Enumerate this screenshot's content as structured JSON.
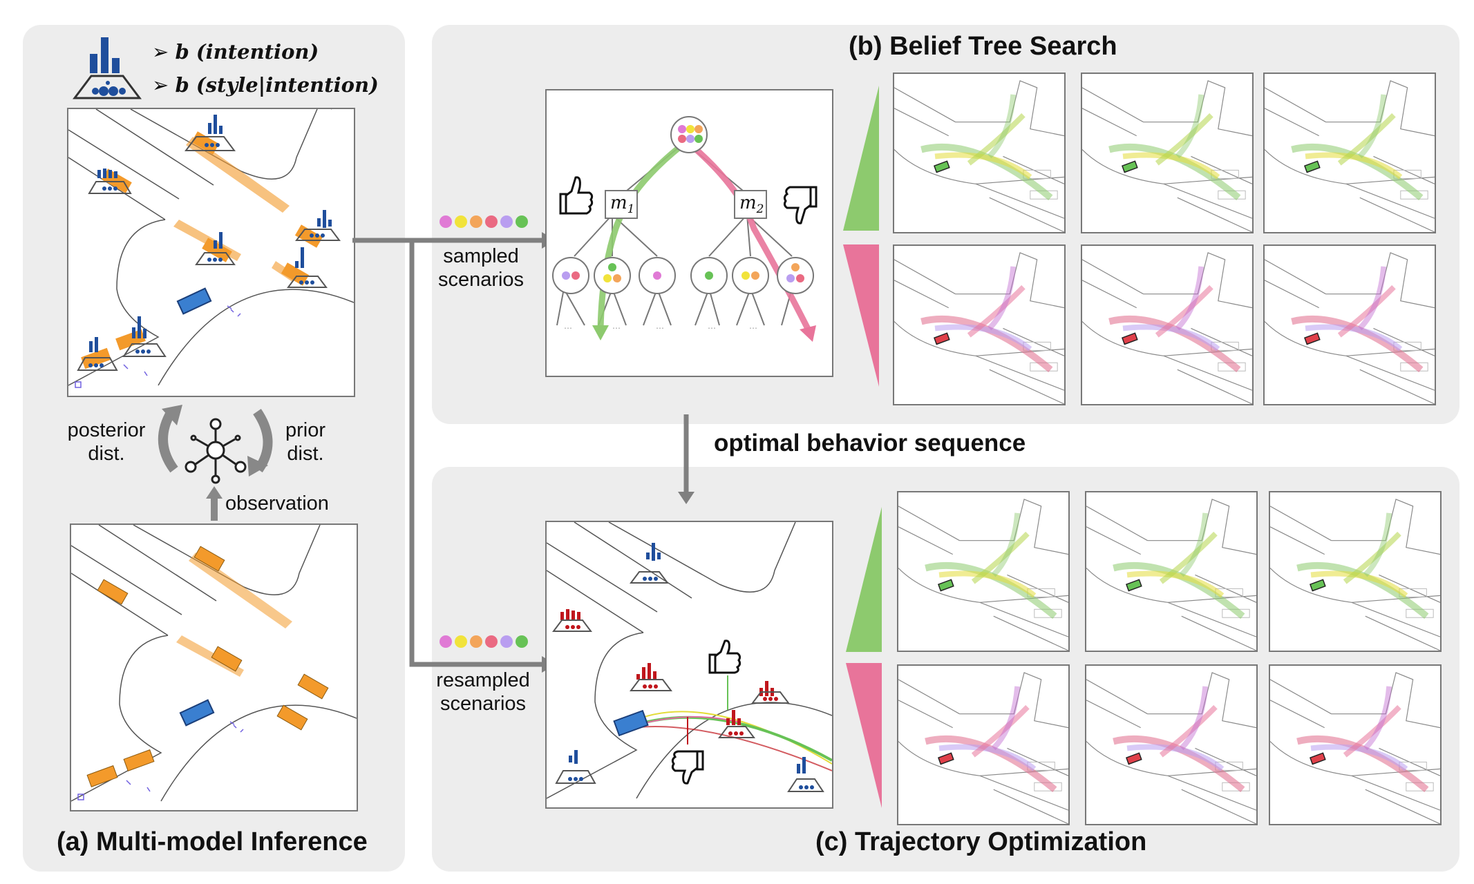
{
  "panel_a": {
    "title": "(a) Multi-model Inference",
    "legend_line1": "b (intention)",
    "legend_line2": "b (style|intention)",
    "posterior_label": "posterior\ndist.",
    "prior_label": "prior\ndist.",
    "observation_label": "observation"
  },
  "panel_b": {
    "title": "(b) Belief Tree Search",
    "node_m1": "m",
    "node_m1_sub": "1",
    "node_m2": "m",
    "node_m2_sub": "2",
    "sampled_label": "sampled\nscenarios",
    "ellipsis": "· · ·"
  },
  "middle_label": "optimal behavior sequence",
  "panel_c": {
    "title": "(c) Trajectory Optimization",
    "resampled_label": "resampled\nscenarios"
  },
  "colors": {
    "panel_bg": "#ededed",
    "orange_vehicle": "#f39a2b",
    "ego_blue": "#3a7fd0",
    "belief_navy": "#1f4e9c",
    "red_agent": "#c0161c",
    "good_green": "#8dca6e",
    "bad_pink": "#e8749a",
    "arrow_gray": "#808080"
  },
  "scenario_dot_colors": [
    "#e07ad5",
    "#f1e33b",
    "#f3a55a",
    "#ea6a82",
    "#b99ef0",
    "#67c256"
  ],
  "icons": [
    "bar-belief-icon",
    "network-icon",
    "thumbs-up-icon",
    "thumbs-down-icon",
    "cycle-arrow-icon"
  ]
}
